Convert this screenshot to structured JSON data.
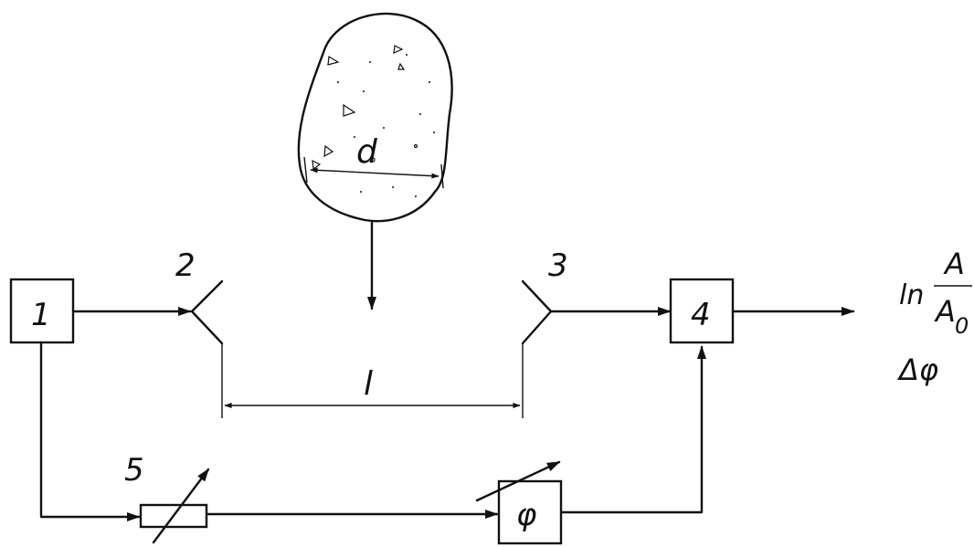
{
  "diagram": {
    "sample_label": "d",
    "distance_label": "l",
    "blocks": [
      {
        "id": "1",
        "label": "1"
      },
      {
        "id": "4",
        "label": "4"
      },
      {
        "id": "phi",
        "label": "φ"
      }
    ],
    "numbers": {
      "antenna_tx": "2",
      "antenna_rx": "3",
      "attenuator": "5"
    },
    "output": {
      "ln": "ln",
      "numerator": "A",
      "denominator_base": "A",
      "denominator_sub": "0",
      "delta_phi": "Δφ"
    }
  }
}
